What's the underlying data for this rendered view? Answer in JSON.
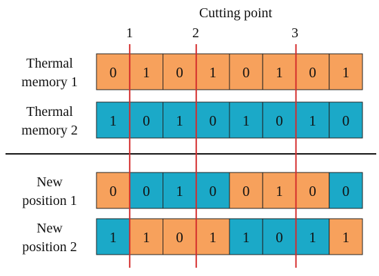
{
  "diagram": {
    "cutting_title": "Cutting point",
    "cut_labels": [
      "1",
      "2",
      "3"
    ],
    "cut_after_index": [
      1,
      3,
      6
    ],
    "colors": {
      "orange": "#F7A15C",
      "teal": "#1BA9C8",
      "cut_line": "#D42B2B",
      "divider": "#111111"
    },
    "rows": [
      {
        "label": [
          "Thermal",
          "memory 1"
        ],
        "bits": [
          "0",
          "1",
          "0",
          "1",
          "0",
          "1",
          "0",
          "1"
        ],
        "fill": [
          "orange",
          "orange",
          "orange",
          "orange",
          "orange",
          "orange",
          "orange",
          "orange"
        ]
      },
      {
        "label": [
          "Thermal",
          "memory 2"
        ],
        "bits": [
          "1",
          "0",
          "1",
          "0",
          "1",
          "0",
          "1",
          "0"
        ],
        "fill": [
          "teal",
          "teal",
          "teal",
          "teal",
          "teal",
          "teal",
          "teal",
          "teal"
        ]
      },
      {
        "label": [
          "New",
          "position 1"
        ],
        "bits": [
          "0",
          "0",
          "1",
          "0",
          "0",
          "1",
          "0",
          "0"
        ],
        "fill": [
          "orange",
          "teal",
          "teal",
          "teal",
          "orange",
          "orange",
          "orange",
          "teal"
        ]
      },
      {
        "label": [
          "New",
          "position 2"
        ],
        "bits": [
          "1",
          "1",
          "0",
          "1",
          "1",
          "0",
          "1",
          "1"
        ],
        "fill": [
          "teal",
          "orange",
          "orange",
          "orange",
          "teal",
          "teal",
          "teal",
          "orange"
        ]
      }
    ]
  }
}
